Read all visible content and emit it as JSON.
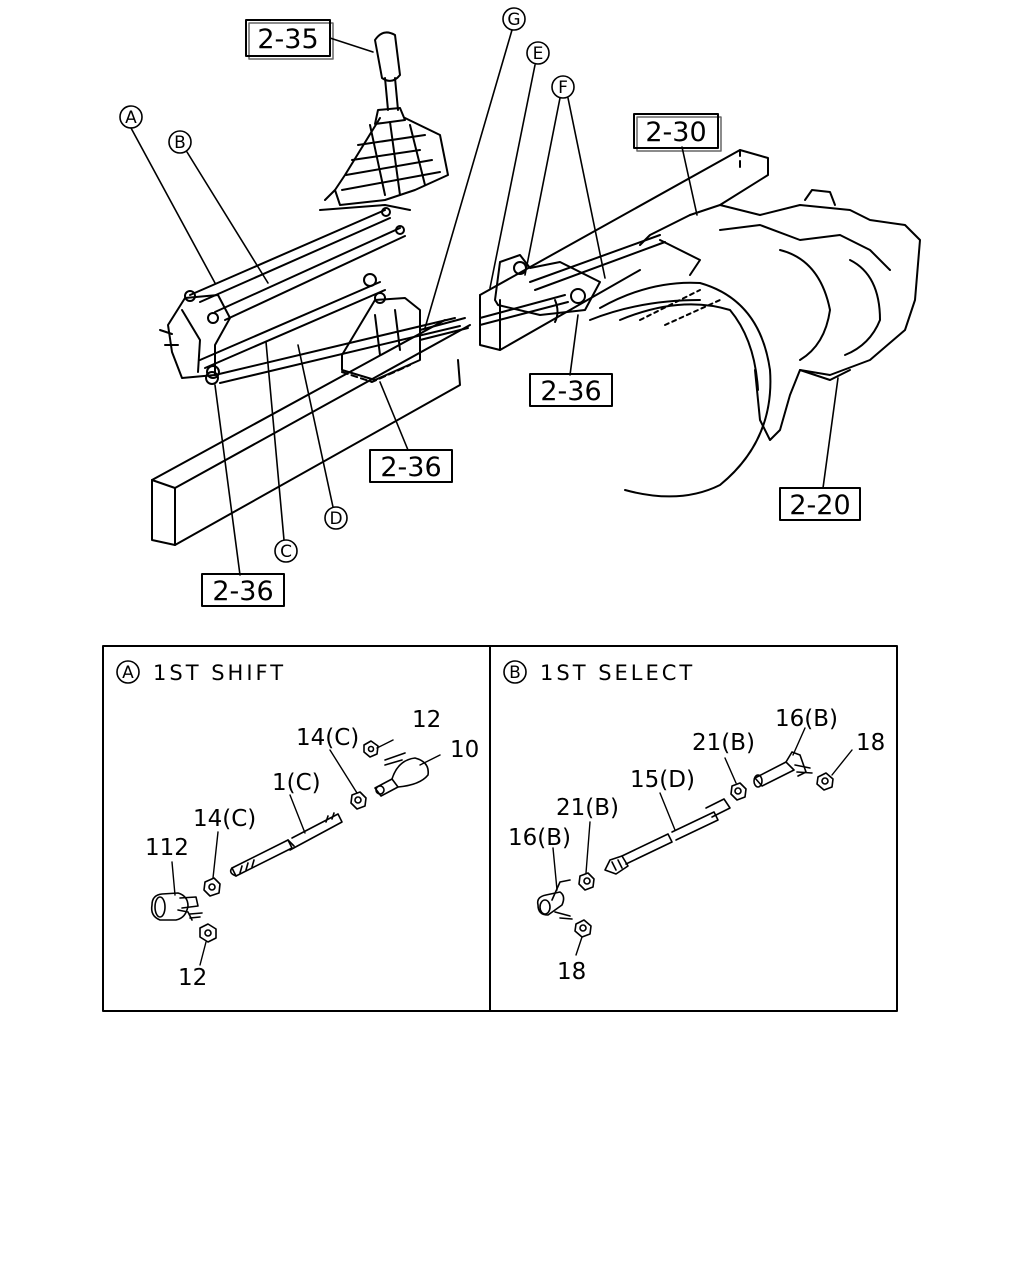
{
  "ref_boxes": {
    "r235": "2-35",
    "r230": "2-30",
    "r236_center": "2-36",
    "r236_right": "2-36",
    "r236_bottom": "2-36",
    "r220": "2-20"
  },
  "callouts": {
    "A": "A",
    "B": "B",
    "C": "C",
    "D": "D",
    "E": "E",
    "F": "F",
    "G": "G"
  },
  "panel_a": {
    "badge": "A",
    "title": "1ST SHIFT",
    "labels": {
      "p112": "112",
      "p14c_left": "14(C)",
      "p1c": "1(C)",
      "p14c_right": "14(C)",
      "p12_top": "12",
      "p10": "10",
      "p12_bottom": "12"
    }
  },
  "panel_b": {
    "badge": "B",
    "title": "1ST SELECT",
    "labels": {
      "p16b_left": "16(B)",
      "p21b_left": "21(B)",
      "p15d": "15(D)",
      "p21b_right": "21(B)",
      "p16b_right": "16(B)",
      "p18_top": "18",
      "p18_bottom": "18"
    }
  }
}
